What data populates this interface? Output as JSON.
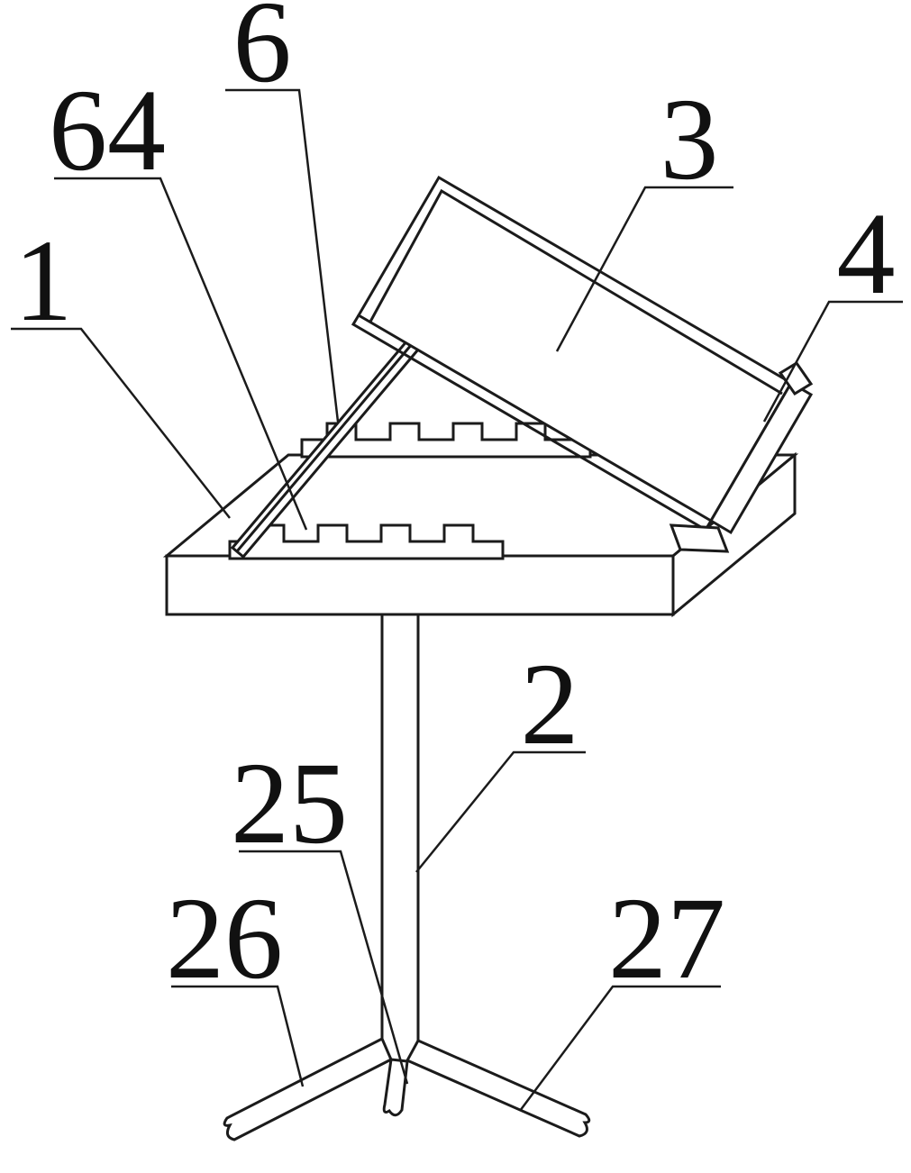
{
  "figure": {
    "background": "#ffffff",
    "line_color": "#1b1b1b",
    "reference_labels": {
      "n1": "1",
      "n2": "2",
      "n3": "3",
      "n4": "4",
      "n6": "6",
      "n25": "25",
      "n26": "26",
      "n27": "27",
      "n64": "64"
    }
  }
}
